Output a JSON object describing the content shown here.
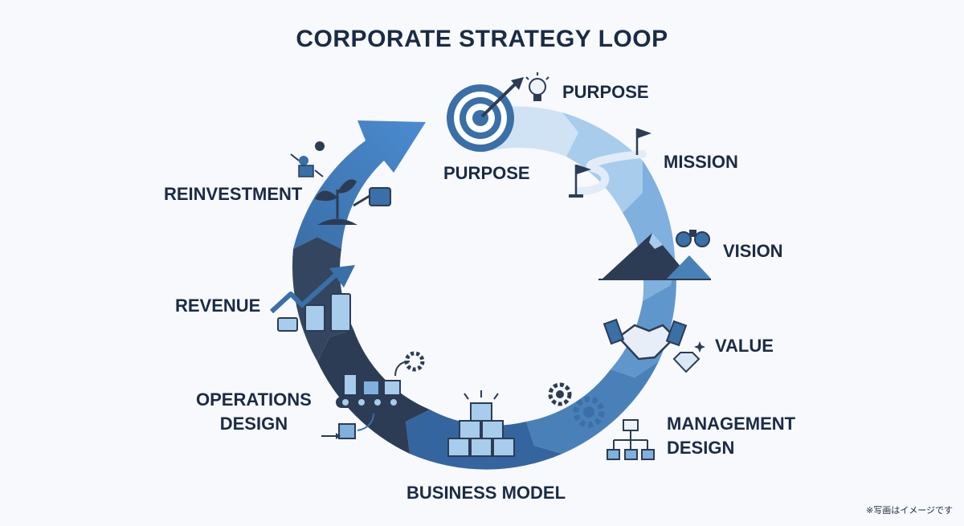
{
  "diagram": {
    "title": "CORPORATE STRATEGY LOOP",
    "center_label": "PURPOSE",
    "stages": [
      {
        "label": "PURPOSE",
        "icon": "lightbulb-icon"
      },
      {
        "label": "MISSION",
        "icon": "flag-path-icon"
      },
      {
        "label": "VISION",
        "icon": "binoculars-mountain-icon"
      },
      {
        "label": "VALUE",
        "icon": "handshake-diamond-icon"
      },
      {
        "label": "MANAGEMENT\nDESIGN",
        "icon": "gears-org-chart-icon"
      },
      {
        "label": "BUSINESS MODEL",
        "icon": "block-pyramid-icon"
      },
      {
        "label": "OPERATIONS\nDESIGN",
        "icon": "conveyor-belt-icon"
      },
      {
        "label": "REVENUE",
        "icon": "coins-growth-icon"
      },
      {
        "label": "REINVESTMENT",
        "icon": "watering-plant-icon"
      }
    ],
    "footnote": "※写画はイメージです",
    "colors": {
      "title": "#1b2b44",
      "dark": "#2c3c54",
      "mid": "#3a6fa8",
      "light": "#a8cceb",
      "accent": "#4a8bd0"
    }
  }
}
